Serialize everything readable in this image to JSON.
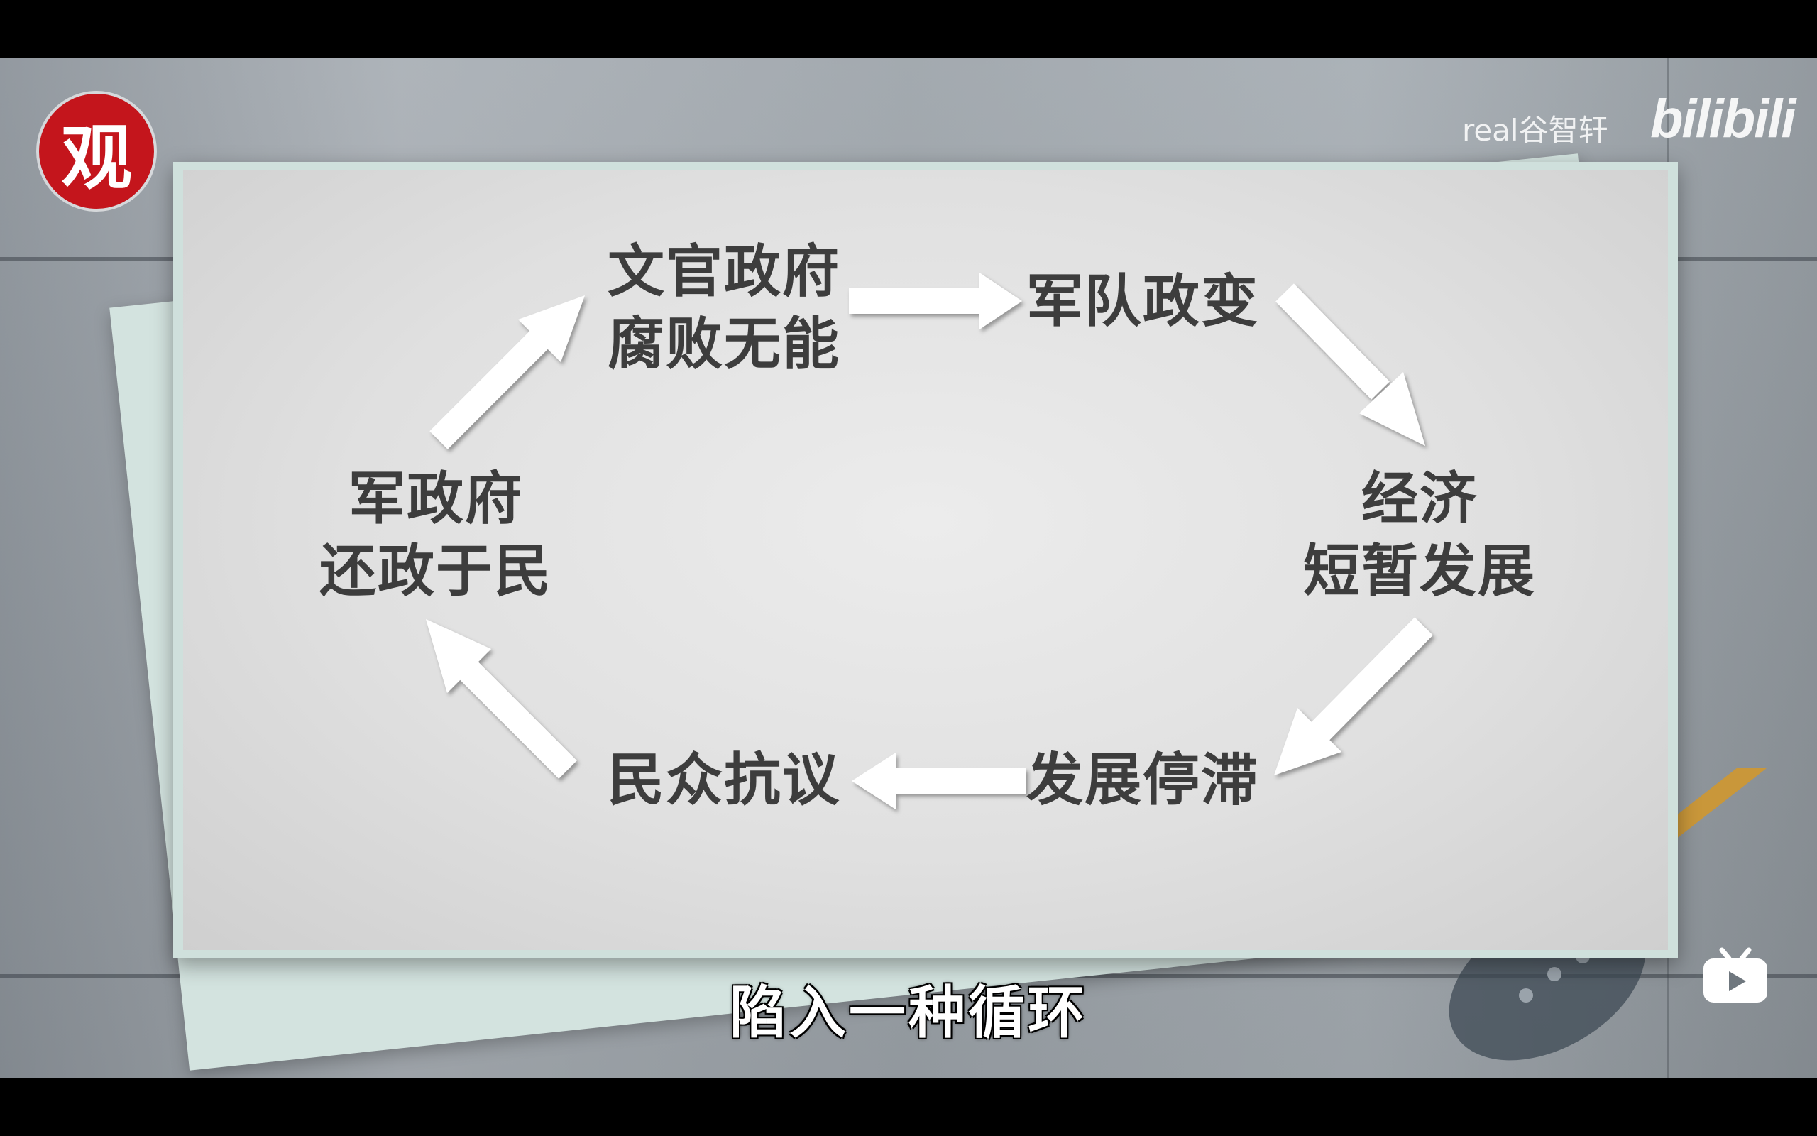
{
  "channel_logo": {
    "text": "观",
    "color": "#c4151c"
  },
  "watermark": {
    "uploader": "real谷智轩",
    "platform": "bilibili"
  },
  "diagram": {
    "nodes": {
      "civil_gov": [
        "文官政府",
        "腐败无能"
      ],
      "coup": [
        "军队政变"
      ],
      "growth": [
        "经济",
        "短暂发展"
      ],
      "stagnation": [
        "发展停滞"
      ],
      "protest": [
        "民众抗议"
      ],
      "return": [
        "军政府",
        "还政于民"
      ]
    },
    "text_color": "#3d3d3d",
    "arrow_color": "#ffffff"
  },
  "subtitle": "陷入一种循环",
  "icons": {
    "player_logo": "bilibili-tv-icon",
    "decor": "guitar-icon"
  }
}
